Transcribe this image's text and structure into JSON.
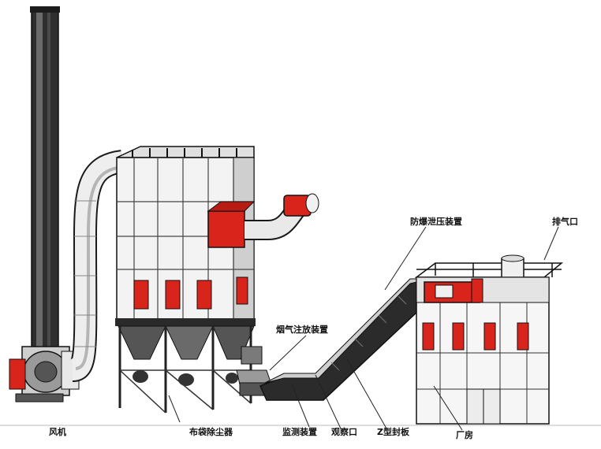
{
  "colors": {
    "accent_red": "#d9241c",
    "steel_dark": "#2a2a2a",
    "steel_mid": "#8a8a8a",
    "steel_light": "#e6e6e6",
    "outline": "#1a1a1a"
  },
  "labels": {
    "fan": "风机",
    "bag_filter": "布袋除尘器",
    "flue_gas_injector": "烟气注放装置",
    "monitor_device": "监测装置",
    "observation_port": "观察口",
    "z_plate": "Z型封板",
    "explosion_vent": "防爆泄压装置",
    "exhaust_port": "排气口",
    "plant": "厂房"
  }
}
